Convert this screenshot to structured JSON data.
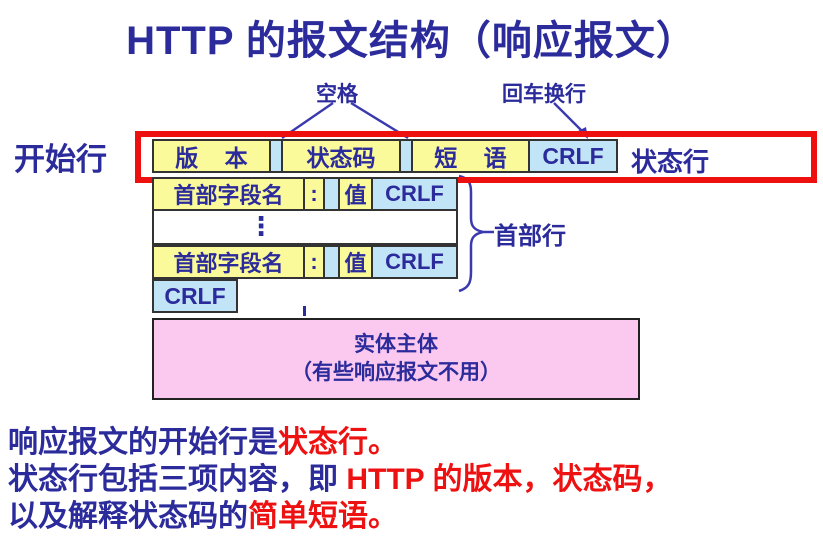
{
  "title": "HTTP 的报文结构（响应报文）",
  "annotations": {
    "space": "空格",
    "crlf": "回车换行",
    "start_line": "开始行",
    "status_line": "状态行",
    "header_lines": "首部行"
  },
  "status_row": {
    "version": "版 本",
    "status_code": "状态码",
    "phrase": "短 语",
    "crlf": "CRLF"
  },
  "header_row1": {
    "field_name": "首部字段名",
    "colon": ":",
    "value": "值",
    "crlf": "CRLF"
  },
  "header_row2": {
    "field_name": "首部字段名",
    "colon": ":",
    "value": "值",
    "crlf": "CRLF"
  },
  "ellipsis": "⋮",
  "blank_line_row": {
    "crlf": "CRLF"
  },
  "entity_body": {
    "line1": "实体主体",
    "line2": "（有些响应报文不用）"
  },
  "notes": {
    "line1": [
      {
        "text": "响应报文的开始行是",
        "color": "#2b2b9b"
      },
      {
        "text": "状态行。",
        "color": "#ee1111"
      }
    ],
    "line2": [
      {
        "text": "状态行包括三项内容，即 ",
        "color": "#2b2b9b"
      },
      {
        "text": "HTTP 的版本，状态码，",
        "color": "#ee1111"
      }
    ],
    "line3": [
      {
        "text": "以及解释状态码的",
        "color": "#2b2b9b"
      },
      {
        "text": "简单短语。",
        "color": "#ee1111"
      }
    ]
  },
  "colors": {
    "text_navy": "#2b2b9b",
    "text_red": "#ee1111",
    "highlight_frame_red": "#ee0f0f",
    "field_yellow": "#fbfa9a",
    "crlf_blue": "#c2e4f7",
    "entity_pink": "#fbc9ef",
    "box_border": "#333333",
    "background": "#ffffff"
  }
}
